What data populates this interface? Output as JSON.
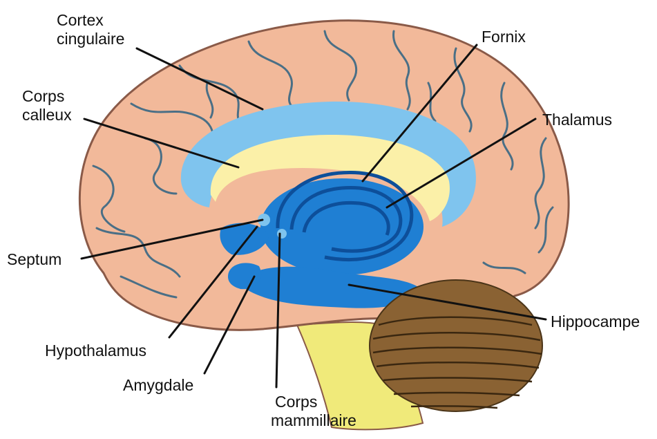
{
  "colors": {
    "background": "#ffffff",
    "cortex": "#f2b99a",
    "cortex_outline": "#8a5a48",
    "sulci": "#4a6f86",
    "limbic_blue": "#1f7fd3",
    "limbic_light_blue": "#7fc4ee",
    "corpus_callosum": "#fbf0a8",
    "cerebellum": "#8a6233",
    "brainstem": "#f0ea7a",
    "leader_line": "#111111"
  },
  "labels": {
    "cortex_cingulaire": [
      "Cortex",
      "cingulaire"
    ],
    "corps_calleux": [
      "Corps",
      "calleux"
    ],
    "fornix": "Fornix",
    "thalamus": "Thalamus",
    "septum": "Septum",
    "hippocampe": "Hippocampe",
    "hypothalamus": "Hypothalamus",
    "amygdale": "Amygdale",
    "corps_mammillaire": [
      "Corps",
      "mammillaire"
    ]
  }
}
